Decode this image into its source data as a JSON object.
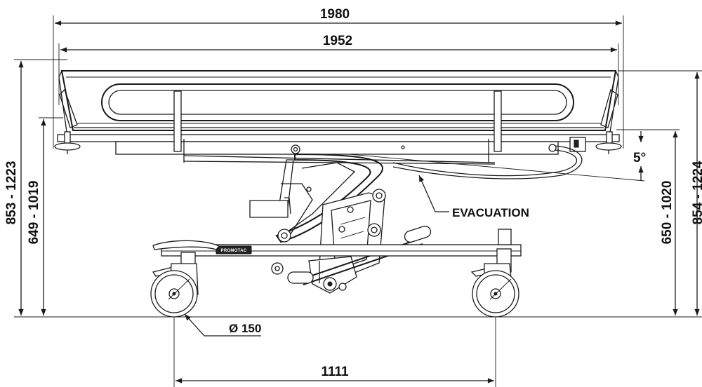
{
  "dimensions": {
    "overall_length": "1980",
    "tub_length": "1952",
    "height_range_total_left": "853 - 1223",
    "height_range_edge_left": "649 - 1019",
    "height_range_edge_right": "650 - 1020",
    "height_range_total_right": "854 - 1224",
    "tilt_angle": "5°",
    "caster_diameter": "Ø 150",
    "wheelbase": "1111"
  },
  "labels": {
    "drain": "EVACUATION",
    "brand": "PROMOTAC"
  }
}
